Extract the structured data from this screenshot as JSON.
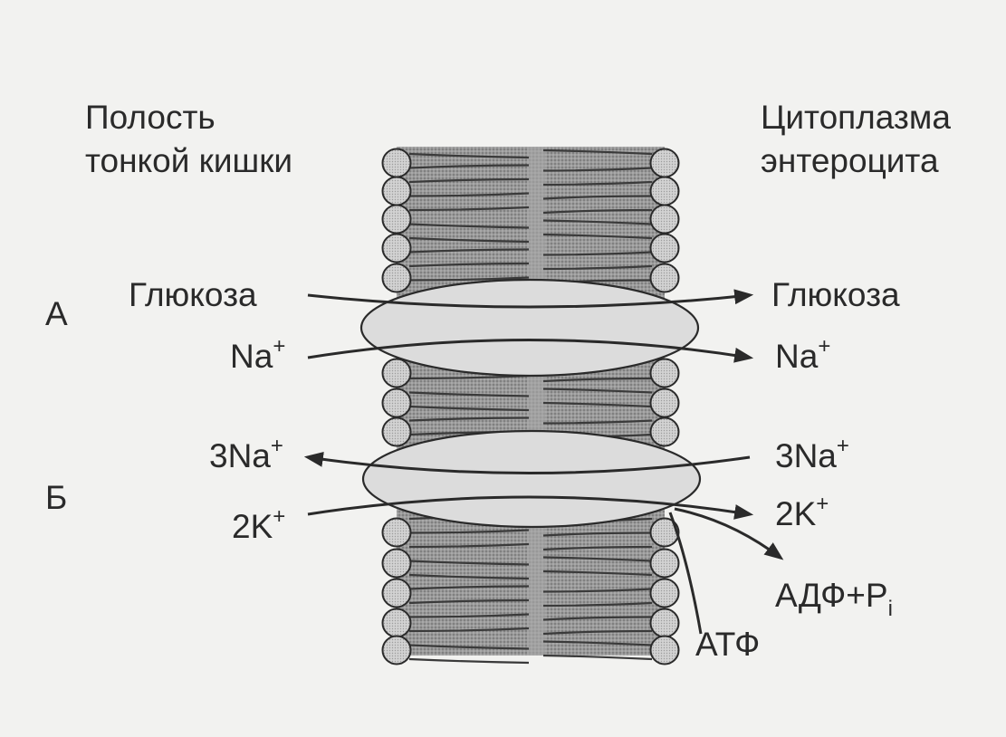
{
  "labels": {
    "lumen_line1": "Полость",
    "lumen_line2": "тонкой кишки",
    "cytoplasm_line1": "Цитоплазма",
    "cytoplasm_line2": "энтероцита",
    "row_a": "А",
    "row_b": "Б",
    "glucose_left": "Глюкоза",
    "glucose_right": "Глюкоза",
    "na_left": "Na",
    "na_right": "Na",
    "na3_left": "3Na",
    "na3_right": "3Na",
    "k2_left": "2K",
    "k2_right": "2K",
    "plus": "+",
    "adp": "АДФ+P",
    "adp_sub": "i",
    "atp": "АТФ"
  },
  "colors": {
    "ink": "#2a2a2a",
    "background": "#f2f2f0",
    "membrane": "#8e8e8e",
    "heads": "#c9c9c9",
    "protein": "#dcdcdc"
  }
}
